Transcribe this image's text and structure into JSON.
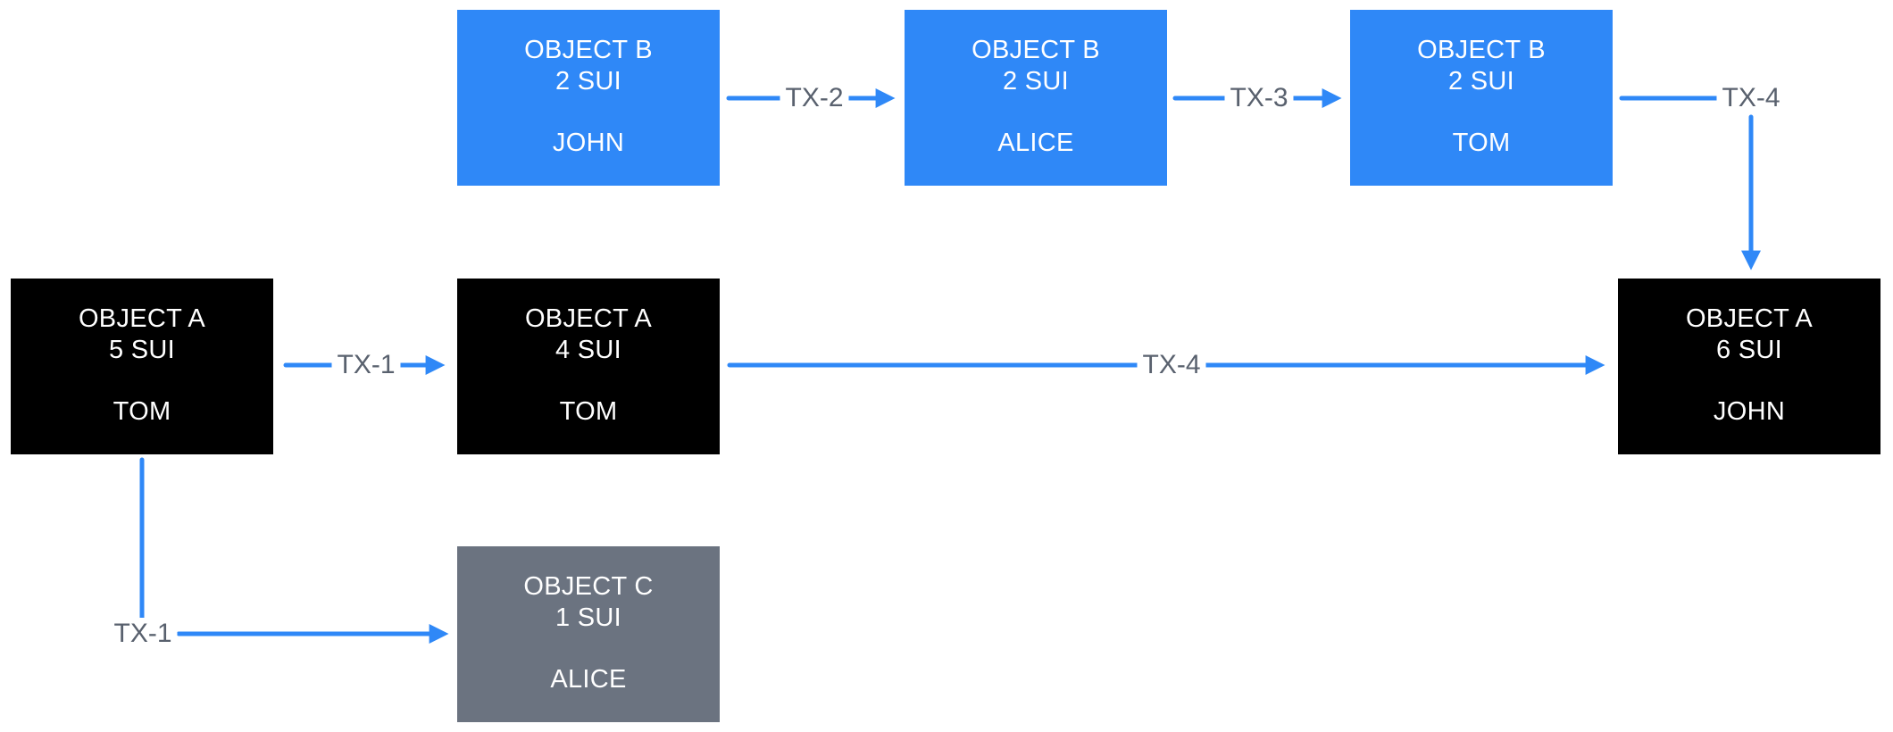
{
  "diagram": {
    "background": "#FFFFFF",
    "colors": {
      "blue_box": "#2F88F7",
      "black_box": "#000000",
      "gray_box": "#6B7380",
      "arrow": "#2F88F7",
      "tx_label": "#59616E"
    },
    "nodes": [
      {
        "id": "object-b-john",
        "title": "OBJECT B",
        "amount": "2 SUI",
        "owner": "JOHN",
        "variant": "blue"
      },
      {
        "id": "object-b-alice",
        "title": "OBJECT B",
        "amount": "2 SUI",
        "owner": "ALICE",
        "variant": "blue"
      },
      {
        "id": "object-b-tom",
        "title": "OBJECT B",
        "amount": "2 SUI",
        "owner": "TOM",
        "variant": "blue"
      },
      {
        "id": "object-a-5-tom",
        "title": "OBJECT A",
        "amount": "5 SUI",
        "owner": "TOM",
        "variant": "black"
      },
      {
        "id": "object-a-4-tom",
        "title": "OBJECT A",
        "amount": "4 SUI",
        "owner": "TOM",
        "variant": "black"
      },
      {
        "id": "object-a-6-john",
        "title": "OBJECT A",
        "amount": "6 SUI",
        "owner": "JOHN",
        "variant": "black"
      },
      {
        "id": "object-c-alice",
        "title": "OBJECT C",
        "amount": "1 SUI",
        "owner": "ALICE",
        "variant": "gray"
      }
    ],
    "edges": [
      {
        "id": "tx-1-to-a4",
        "label": "TX-1",
        "from": "object-a-5-tom",
        "to": "object-a-4-tom"
      },
      {
        "id": "tx-2",
        "label": "TX-2",
        "from": "object-b-john",
        "to": "object-b-alice"
      },
      {
        "id": "tx-3",
        "label": "TX-3",
        "from": "object-b-alice",
        "to": "object-b-tom"
      },
      {
        "id": "tx-4-merge",
        "label": "TX-4",
        "from": "object-b-tom",
        "to": "object-a-6-john"
      },
      {
        "id": "tx-4-long",
        "label": "TX-4",
        "from": "object-a-4-tom",
        "to": "object-a-6-john"
      },
      {
        "id": "tx-1-to-c",
        "label": "TX-1",
        "from": "object-a-5-tom",
        "to": "object-c-alice"
      }
    ]
  }
}
